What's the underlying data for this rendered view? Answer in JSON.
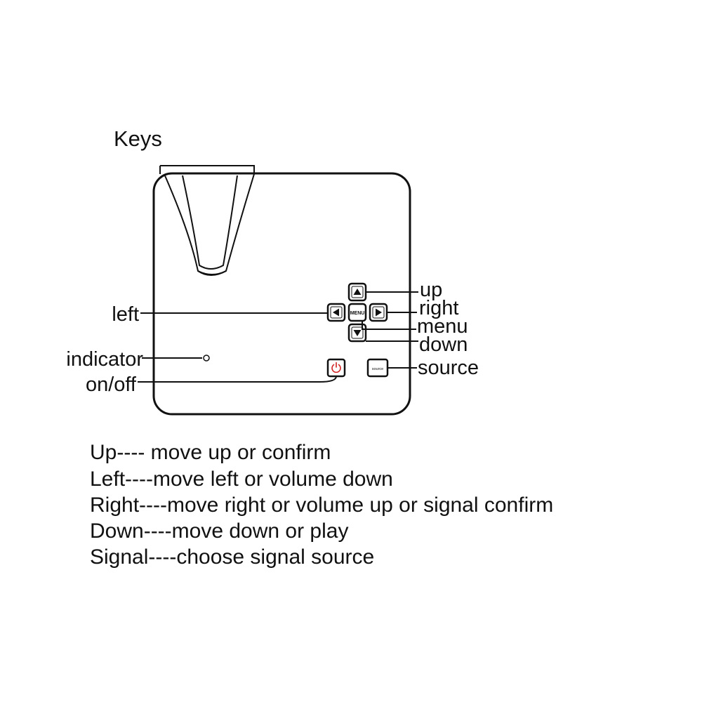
{
  "title": "Keys",
  "callouts": {
    "up": "up",
    "right": "right",
    "menu": "menu",
    "down": "down",
    "source": "source",
    "left": "left",
    "indicator": "indicator",
    "onoff": "on/off"
  },
  "button_text": {
    "menu": "MENU",
    "source": "source"
  },
  "descriptions": [
    "Up---- move up or confirm",
    "Left----move left or volume down",
    "Right----move right or volume up or signal confirm",
    "Down----move down or play",
    "Signal----choose signal source"
  ],
  "colors": {
    "line": "#111111",
    "power_icon": "#d22222"
  },
  "icons": {
    "up": "triangle-up-icon",
    "down": "triangle-down-icon",
    "left": "triangle-left-icon",
    "right": "triangle-right-icon",
    "power": "power-icon",
    "indicator": "indicator-light-icon"
  }
}
